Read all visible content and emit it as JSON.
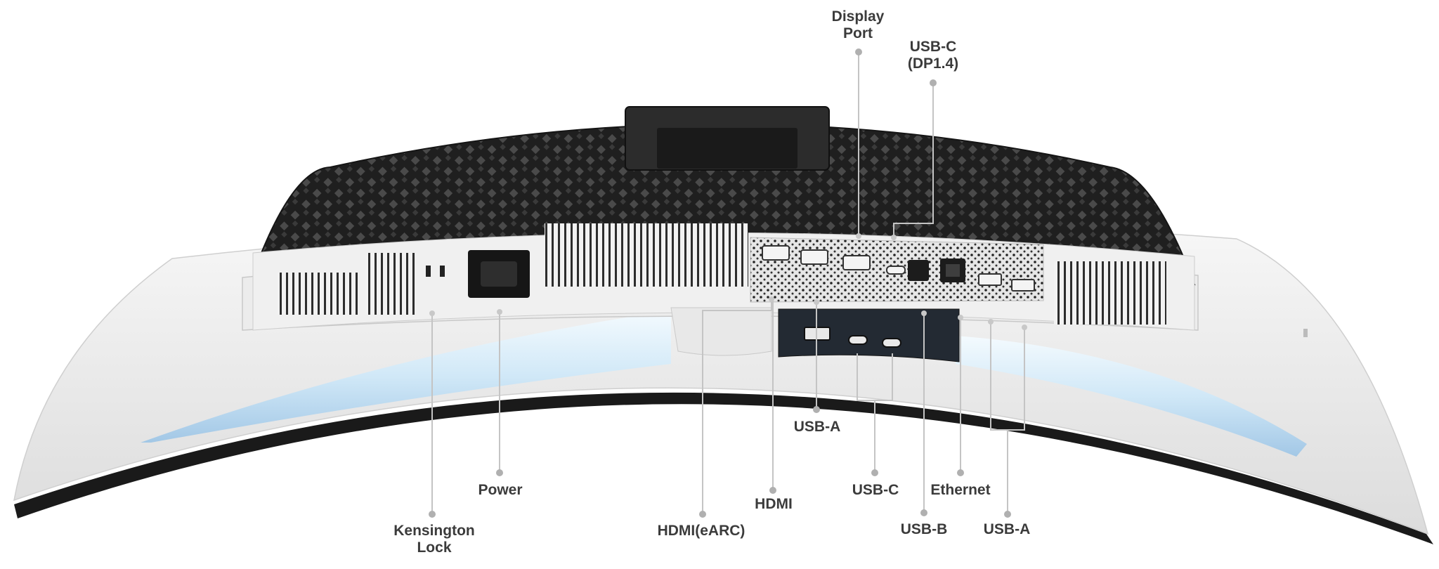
{
  "labels": {
    "display_port": "Display\nPort",
    "usb_c_dp": "USB-C\n(DP1.4)",
    "kensington_lock": "Kensington\nLock",
    "power": "Power",
    "hdmi_earc": "HDMI(eARC)",
    "hdmi": "HDMI",
    "usb_a_front": "USB-A",
    "usb_c": "USB-C",
    "ethernet": "Ethernet",
    "usb_b": "USB-B",
    "usb_a_rear": "USB-A"
  },
  "colors": {
    "label_text": "#3b3b3b",
    "leader_line": "#c4c4c4",
    "leader_dot": "#b0b0b0",
    "body_white": "#eeeeee",
    "mesh_dark": "#2a2a2a",
    "ambient_glow": "#bfe0f5",
    "port_panel": "#d9d9d9"
  }
}
